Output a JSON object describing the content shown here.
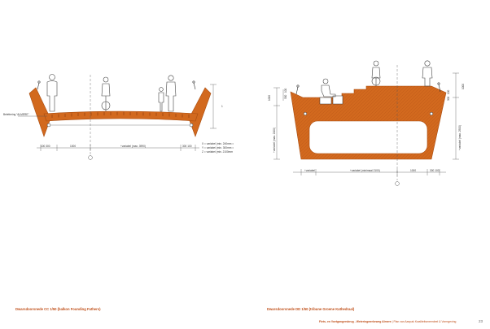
{
  "colors": {
    "orange": "#d2691e",
    "orange_dark": "#a84c10",
    "ink": "#333333",
    "accent": "#c0501a"
  },
  "left": {
    "label_railing": "Belettering \"ALMERE\"",
    "dim_total": "+variabel (max. 3990)",
    "dim_a": "100 300",
    "dim_b": "1000",
    "dim_c": "300 100",
    "note_x": "X = variabel (min. 240mm =",
    "note_y": "Y = variabel (min. 300mm =",
    "note_z": "Z = variabel (min. 2100mm",
    "vdim": "1",
    "caption": "Dwarsdoorsnede CC 1/50 (balkon Founding Fathers)"
  },
  "right": {
    "dim_var": "+variabel",
    "dim_var2": "+variabel (minimaal 2100)",
    "dim_1000": "1000",
    "dim_300_100": "300 100",
    "v_left": "+variabel (max. 2100)",
    "v_right": "+variabel (max. 2500)",
    "v_1000": "1000",
    "v_300": "300",
    "v_100": "100",
    "v_r1000": "1000",
    "v_r300": "300",
    "v_r100": "100",
    "caption": "Dwarsdoorsnede DD 1/50 (tribune Groene Kathedraal)"
  },
  "footer": {
    "bold": "Fiets- en Voetgangersbrug - Weteringwerkeweg Almere",
    "rest": " | Plan van Aanpak Kwaliteitsmeerdeel & Vormgeving",
    "page": "23"
  }
}
